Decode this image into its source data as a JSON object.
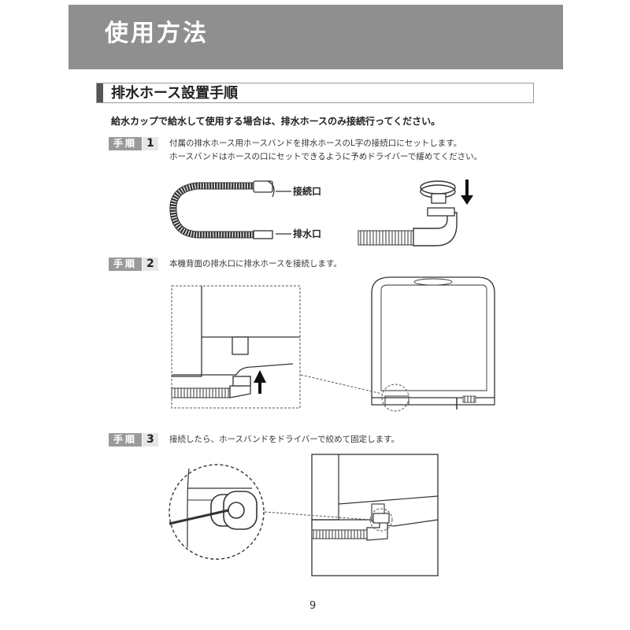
{
  "header": {
    "title": "使用方法"
  },
  "section": {
    "title": "排水ホース設置手順"
  },
  "intro": "給水カップで給水して使用する場合は、排水ホースのみ接続行ってください。",
  "step_word": "手順",
  "steps": [
    {
      "number": "1",
      "lines": [
        "付属の排水ホース用ホースバンドを排水ホースのL字の接続口にセットします。",
        "ホースバンドはホースの口にセットできるように予めドライバーで緩めてください。"
      ]
    },
    {
      "number": "2",
      "lines": [
        "本機背面の排水口に排水ホースを接続します。"
      ]
    },
    {
      "number": "3",
      "lines": [
        "接続したら、ホースバンドをドライバーで絞めて固定します。"
      ]
    }
  ],
  "labels": {
    "connector": "接続口",
    "drain": "排水口"
  },
  "page_number": "9",
  "colors": {
    "header_band": "#8f8f8f",
    "badge_dark": "#9a9a9a",
    "badge_light": "#e6e6e6"
  }
}
